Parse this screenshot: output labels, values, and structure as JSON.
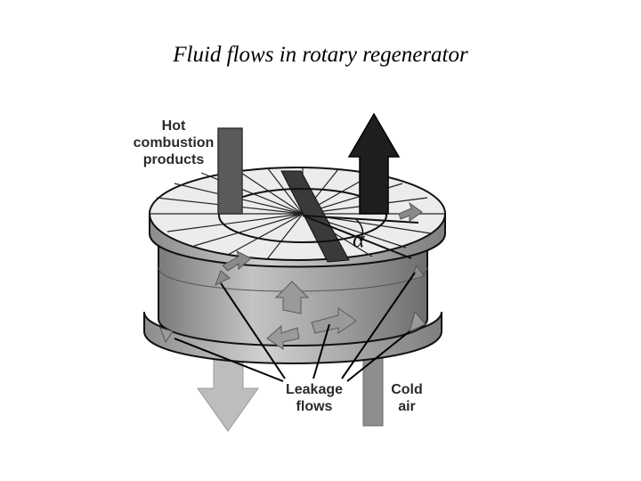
{
  "title": "Fluid flows in rotary regenerator",
  "labels": {
    "hot_line1": "Hot",
    "hot_line2": "combustion",
    "hot_line3": "products",
    "leak_line1": "Leakage",
    "leak_line2": "flows",
    "cold_line1": "Cold",
    "cold_line2": "air",
    "angle_symbol": "α"
  },
  "colors": {
    "outline": "#000000",
    "hot_arrow": "#555555",
    "exhaust_arrow": "#1e1e1e",
    "outflow_arrow": "#b9b9b9",
    "cold_arrow": "#8a8a8a",
    "drum": "#9a9a9a",
    "matrix": "#ececec"
  }
}
